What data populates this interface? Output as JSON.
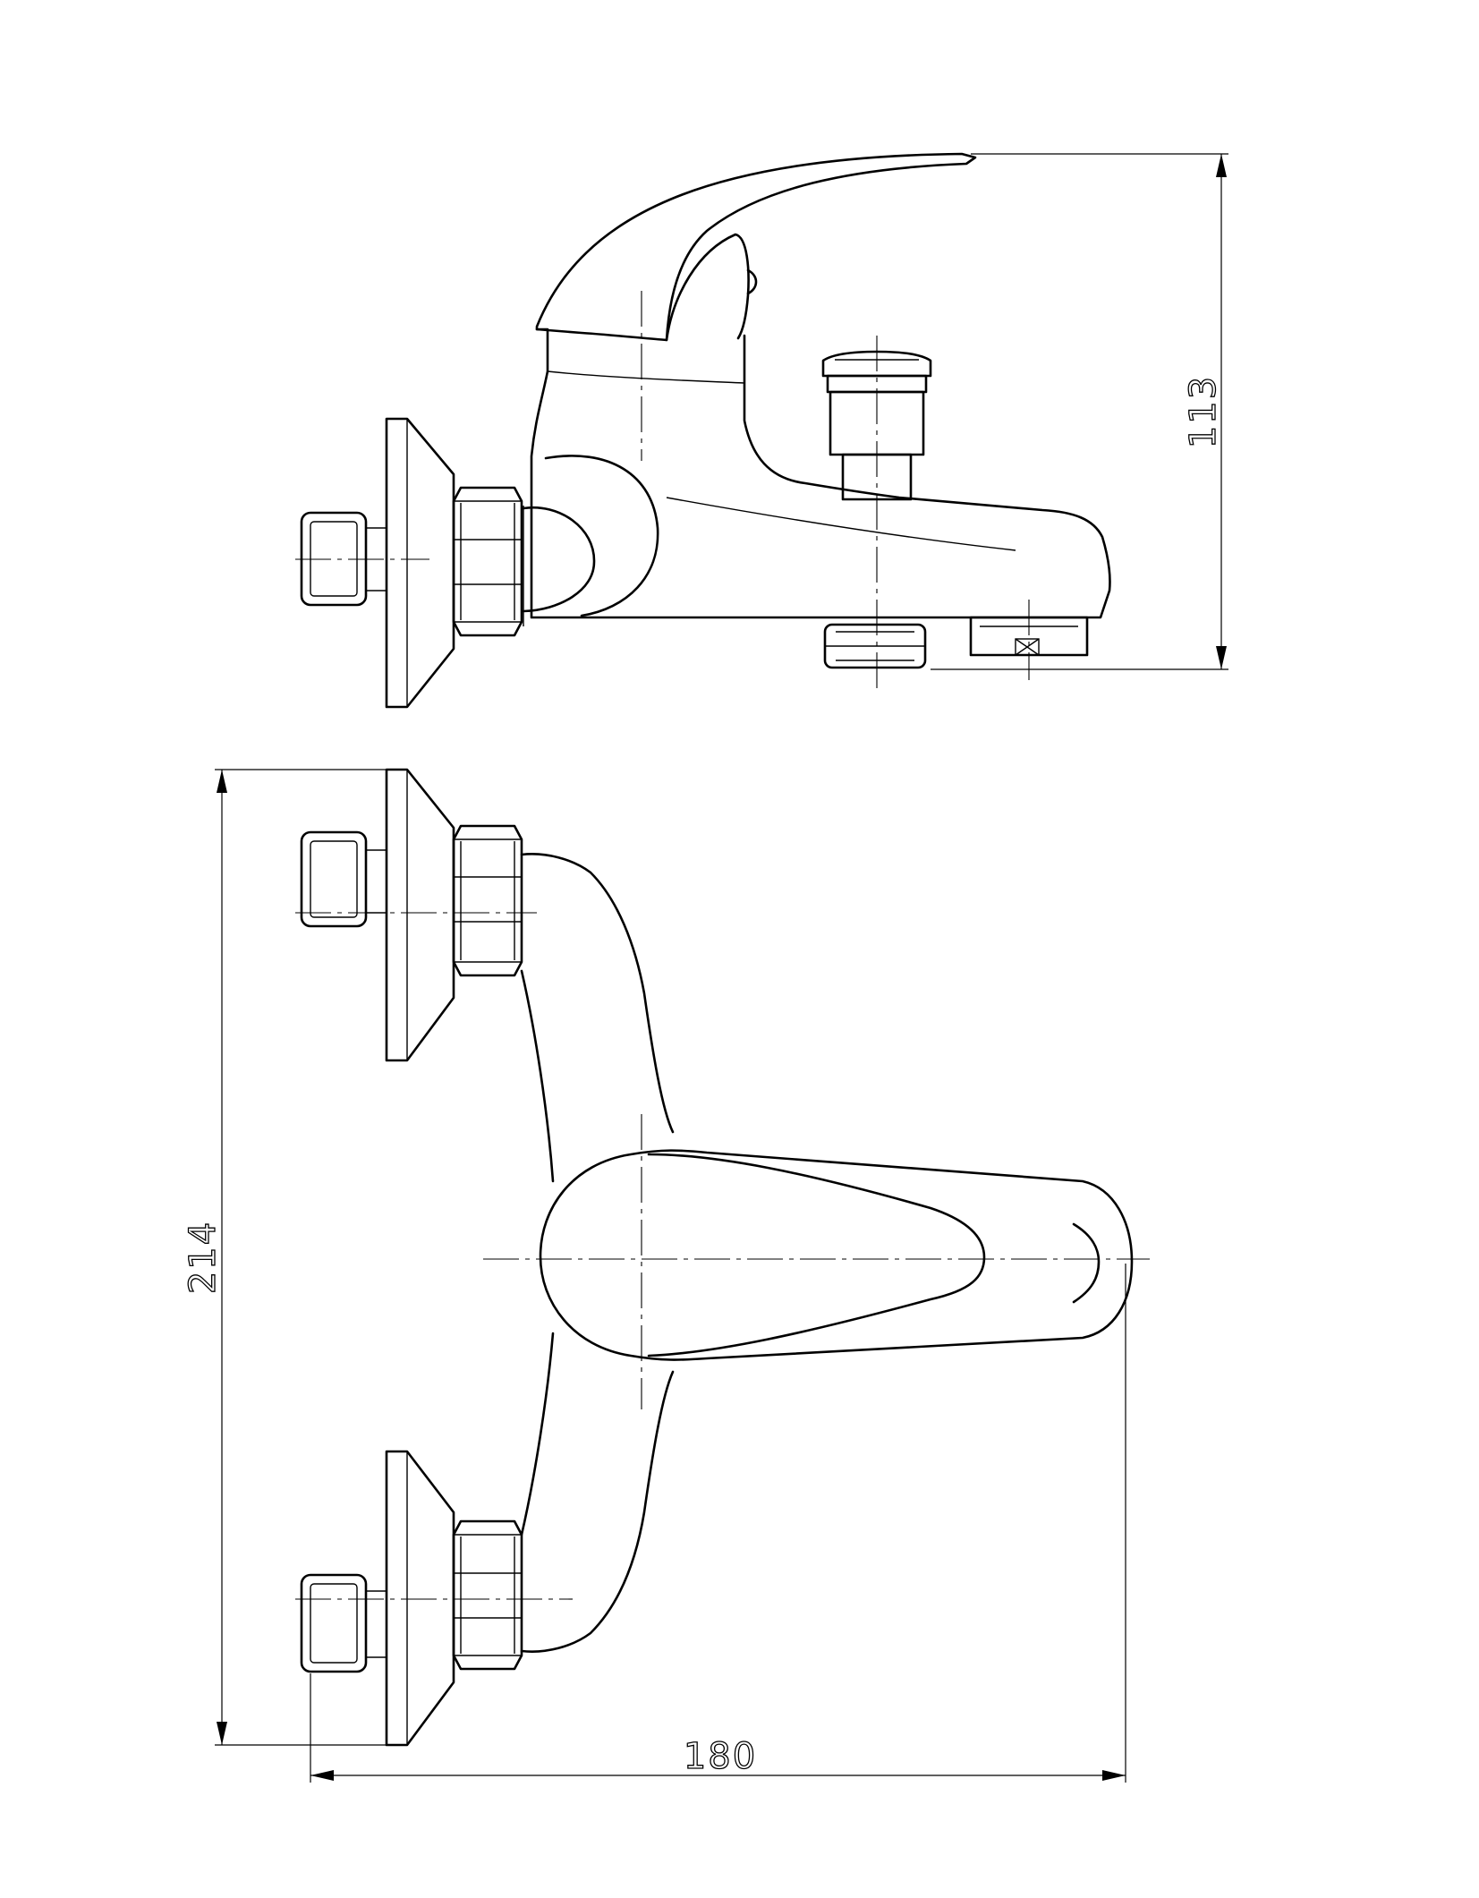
{
  "dimensions": {
    "height": "113",
    "length": "214",
    "width": "180"
  }
}
